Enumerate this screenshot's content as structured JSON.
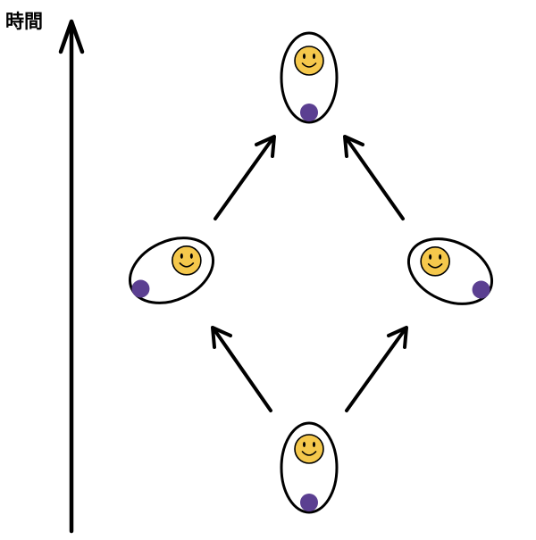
{
  "time_axis": {
    "label": "時間",
    "direction": "up"
  },
  "colors": {
    "stroke": "#000000",
    "capsule_fill": "#ffffff",
    "face_fill": "#f5c84c",
    "ball_fill": "#5b3f91"
  },
  "capsules": [
    {
      "name": "capsule-top",
      "icon": "smiley-face-icon",
      "ball": "purple-ball-icon"
    },
    {
      "name": "capsule-left",
      "icon": "smiley-face-icon",
      "ball": "purple-ball-icon"
    },
    {
      "name": "capsule-right",
      "icon": "smiley-face-icon",
      "ball": "purple-ball-icon"
    },
    {
      "name": "capsule-bottom",
      "icon": "smiley-face-icon",
      "ball": "purple-ball-icon"
    }
  ],
  "arrows": [
    {
      "from": "capsule-bottom",
      "to": "capsule-left"
    },
    {
      "from": "capsule-bottom",
      "to": "capsule-right"
    },
    {
      "from": "capsule-left",
      "to": "capsule-top"
    },
    {
      "from": "capsule-right",
      "to": "capsule-top"
    }
  ]
}
